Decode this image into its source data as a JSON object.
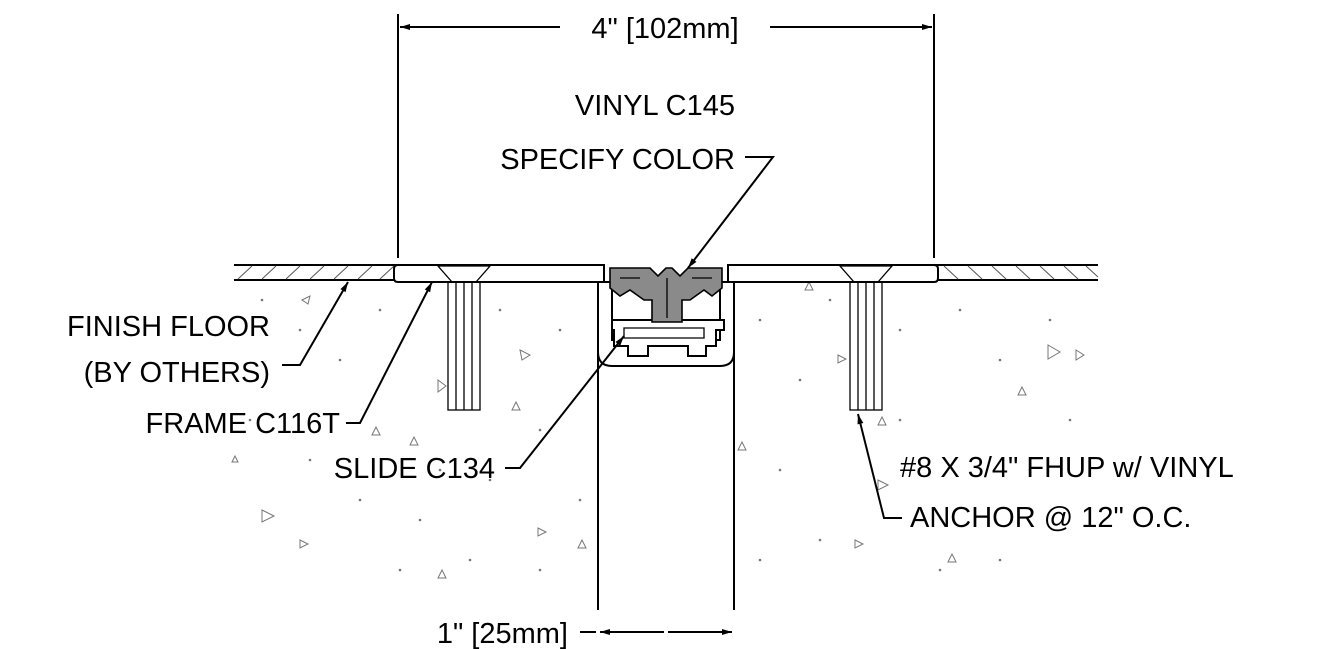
{
  "labels": {
    "overall_width": "4\" [102mm]",
    "vinyl_line1": "VINYL C145",
    "vinyl_line2": "SPECIFY COLOR",
    "finish_floor_line1": "FINISH FLOOR",
    "finish_floor_line2": "(BY OTHERS)",
    "frame": "FRAME C116T",
    "slide": "SLIDE C134",
    "fastener_line1": "#8 X 3/4\" FHUP w/ VINYL",
    "fastener_line2": "ANCHOR @ 12\" O.C.",
    "joint_width": "1\" [25mm]"
  },
  "colors": {
    "vinyl_fill": "#8a8a8a",
    "line": "#000000"
  }
}
